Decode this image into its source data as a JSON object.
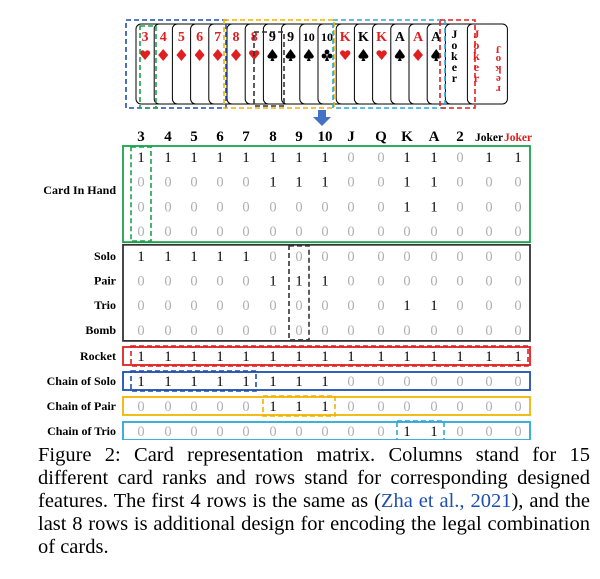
{
  "hand_cards": [
    {
      "rank": "3",
      "suit": "heart"
    },
    {
      "rank": "4",
      "suit": "diamond"
    },
    {
      "rank": "5",
      "suit": "diamond"
    },
    {
      "rank": "6",
      "suit": "diamond"
    },
    {
      "rank": "7",
      "suit": "diamond"
    },
    {
      "rank": "8",
      "suit": "diamond"
    },
    {
      "rank": "8",
      "suit": "heart"
    },
    {
      "rank": "9",
      "suit": "spade"
    },
    {
      "rank": "9",
      "suit": "spade"
    },
    {
      "rank": "10",
      "suit": "spade"
    },
    {
      "rank": "10",
      "suit": "club"
    },
    {
      "rank": "K",
      "suit": "heart"
    },
    {
      "rank": "K",
      "suit": "spade"
    },
    {
      "rank": "K",
      "suit": "heart"
    },
    {
      "rank": "A",
      "suit": "spade"
    },
    {
      "rank": "A",
      "suit": "diamond"
    },
    {
      "rank": "A",
      "suit": "spade"
    }
  ],
  "joker_letters": [
    "J",
    "o",
    "k",
    "e",
    "r"
  ],
  "columns": [
    "3",
    "4",
    "5",
    "6",
    "7",
    "8",
    "9",
    "10",
    "J",
    "Q",
    "K",
    "A",
    "2",
    "Joker",
    "Joker"
  ],
  "groups": [
    {
      "label": "Card In Hand",
      "box_color": "#1aa34a",
      "rows": [
        [
          1,
          1,
          1,
          1,
          1,
          1,
          1,
          1,
          0,
          0,
          1,
          1,
          0,
          1,
          1
        ],
        [
          0,
          0,
          0,
          0,
          0,
          1,
          1,
          1,
          0,
          0,
          1,
          1,
          0,
          0,
          0
        ],
        [
          0,
          0,
          0,
          0,
          0,
          0,
          0,
          0,
          0,
          0,
          1,
          1,
          0,
          0,
          0
        ],
        [
          0,
          0,
          0,
          0,
          0,
          0,
          0,
          0,
          0,
          0,
          0,
          0,
          0,
          0,
          0
        ]
      ]
    },
    {
      "labels": [
        "Solo",
        "Pair",
        "Trio",
        "Bomb"
      ],
      "box_color": "#333333",
      "rows": [
        [
          1,
          1,
          1,
          1,
          1,
          0,
          0,
          0,
          0,
          0,
          0,
          0,
          0,
          0,
          0
        ],
        [
          0,
          0,
          0,
          0,
          0,
          1,
          1,
          1,
          0,
          0,
          0,
          0,
          0,
          0,
          0
        ],
        [
          0,
          0,
          0,
          0,
          0,
          0,
          0,
          0,
          0,
          0,
          1,
          1,
          0,
          0,
          0
        ],
        [
          0,
          0,
          0,
          0,
          0,
          0,
          0,
          0,
          0,
          0,
          0,
          0,
          0,
          0,
          0
        ]
      ]
    },
    {
      "label": "Rocket",
      "box_color": "#e02020",
      "rows": [
        [
          1,
          1,
          1,
          1,
          1,
          1,
          1,
          1,
          1,
          1,
          1,
          1,
          1,
          1,
          1
        ]
      ]
    },
    {
      "label": "Chain of Solo",
      "box_color": "#1f4fb0",
      "rows": [
        [
          1,
          1,
          1,
          1,
          1,
          1,
          1,
          1,
          0,
          0,
          0,
          0,
          0,
          0,
          0
        ]
      ]
    },
    {
      "label": "Chain of Pair",
      "box_color": "#f0b400",
      "rows": [
        [
          0,
          0,
          0,
          0,
          0,
          1,
          1,
          1,
          0,
          0,
          0,
          0,
          0,
          0,
          0
        ]
      ]
    },
    {
      "label": "Chain of Trio",
      "box_color": "#2aa8d8",
      "rows": [
        [
          0,
          0,
          0,
          0,
          0,
          0,
          0,
          0,
          0,
          0,
          1,
          1,
          0,
          0,
          0
        ]
      ]
    }
  ],
  "colors": {
    "red": "#e02020",
    "black": "#000000",
    "grey": "#b0b0b0",
    "green": "#1aa34a",
    "blue": "#1f4fb0",
    "yellow": "#f0b400",
    "cyan": "#2aa8d8",
    "arrow": "#4472c4"
  },
  "caption": {
    "part1": "Figure 2: Card representation matrix. Columns stand for 15 different card ranks and rows stand for corresponding designed features. The first 4 rows is the same as (",
    "ref": "Zha et al., 2021",
    "part2": "), and the last 8 rows is additional design for encoding the legal combination of cards."
  }
}
